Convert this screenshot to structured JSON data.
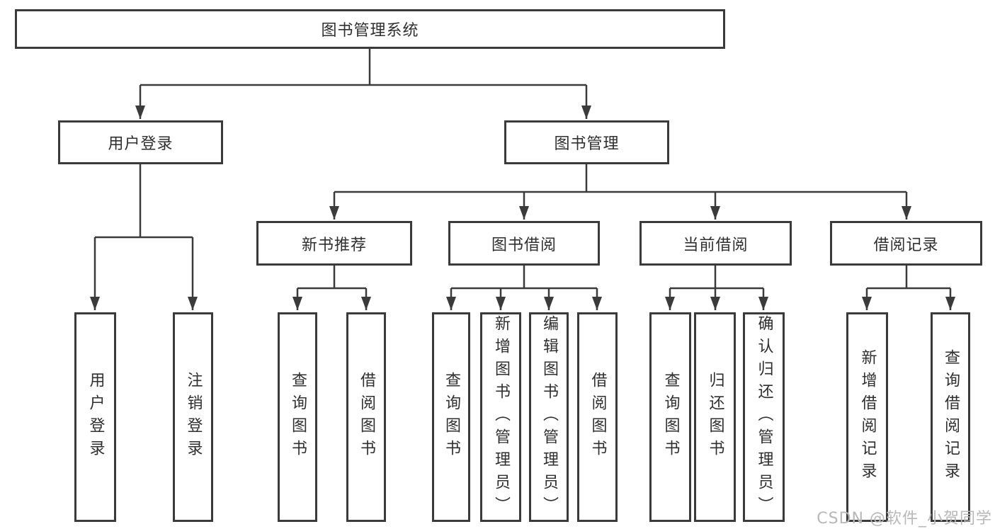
{
  "colors": {
    "line": "#3b3b3b",
    "text": "#2f2f2f",
    "watermark": "#b8b8b8",
    "background": "#ffffff"
  },
  "tree": {
    "root": "图书管理系统",
    "l2": [
      {
        "label": "用户登录",
        "children": [
          {
            "label": "用户登录"
          },
          {
            "label": "注销登录"
          }
        ]
      },
      {
        "label": "图书管理",
        "children": [
          {
            "label": "新书推荐",
            "children": [
              {
                "label": "查询图书"
              },
              {
                "label": "借阅图书"
              }
            ]
          },
          {
            "label": "图书借阅",
            "children": [
              {
                "label": "查询图书"
              },
              {
                "label": "新增图书（管理员）"
              },
              {
                "label": "编辑图书（管理员）"
              },
              {
                "label": "借阅图书"
              }
            ]
          },
          {
            "label": "当前借阅",
            "children": [
              {
                "label": "查询图书"
              },
              {
                "label": "归还图书"
              },
              {
                "label": "确认归还（管理员）"
              }
            ]
          },
          {
            "label": "借阅记录",
            "children": [
              {
                "label": "新增借阅记录"
              },
              {
                "label": "查询借阅记录"
              }
            ]
          }
        ]
      }
    ]
  },
  "watermark": {
    "text": "CSDN @软件_小贺同学"
  }
}
